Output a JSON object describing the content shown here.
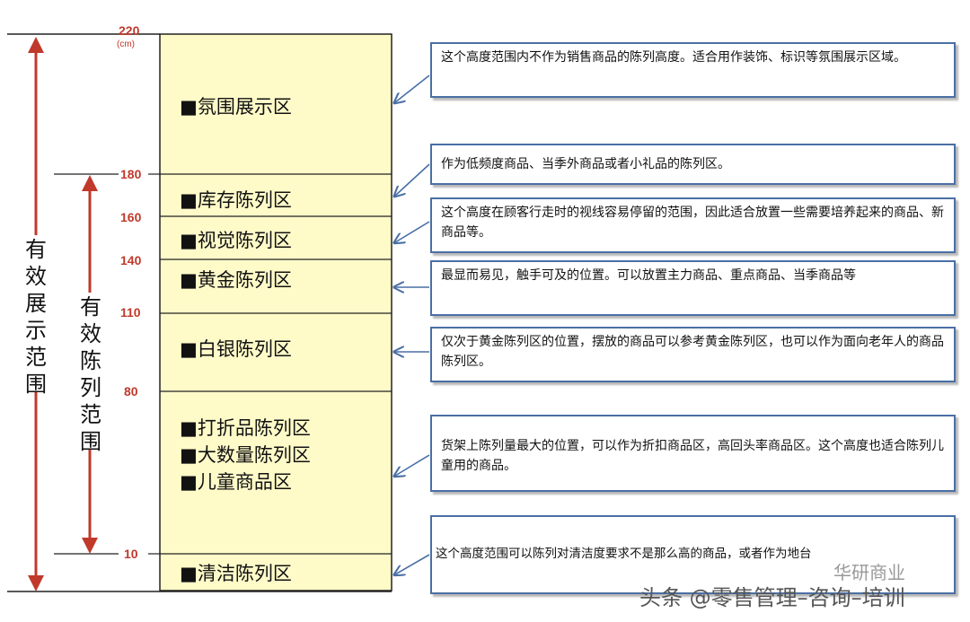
{
  "heights": {
    "h220": "220",
    "unit": "(cm)",
    "h180": "180",
    "h160": "160",
    "h140": "140",
    "h110": "110",
    "h80": "80",
    "h10": "10"
  },
  "zones": {
    "atmosphere": "■氛围展示区",
    "stock": "■库存陈列区",
    "visual": "■视觉陈列区",
    "golden": "■黄金陈列区",
    "silver": "■白银陈列区",
    "discount": "■打折品陈列区",
    "bulk": "■大数量陈列区",
    "kids": "■儿童商品区",
    "clean": "■清洁陈列区"
  },
  "ranges": {
    "display": [
      "有",
      "效",
      "展",
      "示",
      "范",
      "围"
    ],
    "shelf": [
      "有",
      "效",
      "陈",
      "列",
      "范",
      "围"
    ]
  },
  "notes": {
    "atmosphere": "这个高度范围内不作为销售商品的陈列高度。适合用作装饰、标识等氛围展示区域。",
    "stock": "作为低频度商品、当季外商品或者小礼品的陈列区。",
    "visual": "这个高度在顾客行走时的视线容易停留的范围，因此适合放置一些需要培养起来的商品、新商品等。",
    "golden": "最显而易见，触手可及的位置。可以放置主力商品、重点商品、当季商品等",
    "silver": "仅次于黄金陈列区的位置，摆放的商品可以参考黄金陈列区，也可以作为面向老年人的商品陈列区。",
    "discount": "货架上陈列量最大的位置，可以作为折扣商品区，高回头率商品区。这个高度也适合陈列儿童用的商品。",
    "clean": "这个高度范围可以陈列对清洁度要求不是那么高的商品，或者作为地台"
  },
  "watermark": {
    "main": "头条 @零售管理–咨询–培训",
    "faded": "华研商业"
  },
  "colors": {
    "shelf_fill": "#fffbc9",
    "arrow_red": "#c0392b",
    "note_border": "#4a6fa5"
  }
}
